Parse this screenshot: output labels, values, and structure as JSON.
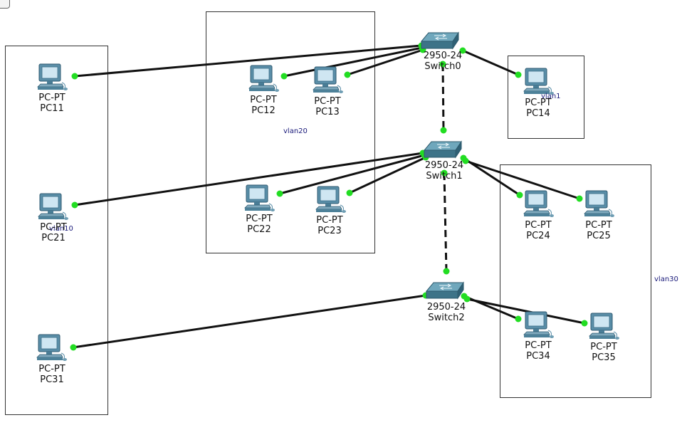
{
  "window": {
    "corner_tab": ""
  },
  "vlans": [
    {
      "id": "vlan10",
      "label": "vlan10"
    },
    {
      "id": "vlan20",
      "label": "vlan20"
    },
    {
      "id": "vlan30",
      "label": "vlan30"
    },
    {
      "id": "vlan-pc14",
      "label": "vlan1"
    }
  ],
  "switches": [
    {
      "id": "sw0",
      "model": "2950-24",
      "name": "Switch0"
    },
    {
      "id": "sw1",
      "model": "2950-24",
      "name": "Switch1"
    },
    {
      "id": "sw2",
      "model": "2950-24",
      "name": "Switch2"
    }
  ],
  "pcs": [
    {
      "id": "pc11",
      "type": "PC-PT",
      "name": "PC11"
    },
    {
      "id": "pc12",
      "type": "PC-PT",
      "name": "PC12"
    },
    {
      "id": "pc13",
      "type": "PC-PT",
      "name": "PC13"
    },
    {
      "id": "pc14",
      "type": "PC-PT",
      "name": "PC14"
    },
    {
      "id": "pc21",
      "type": "PC-PT",
      "name": "PC21"
    },
    {
      "id": "pc22",
      "type": "PC-PT",
      "name": "PC22"
    },
    {
      "id": "pc23",
      "type": "PC-PT",
      "name": "PC23"
    },
    {
      "id": "pc24",
      "type": "PC-PT",
      "name": "PC24"
    },
    {
      "id": "pc25",
      "type": "PC-PT",
      "name": "PC25"
    },
    {
      "id": "pc31",
      "type": "PC-PT",
      "name": "PC31"
    },
    {
      "id": "pc34",
      "type": "PC-PT",
      "name": "PC34"
    },
    {
      "id": "pc35",
      "type": "PC-PT",
      "name": "PC35"
    }
  ],
  "links": [
    {
      "from": "pc11",
      "to": "sw0",
      "style": "straight"
    },
    {
      "from": "pc12",
      "to": "sw0",
      "style": "straight"
    },
    {
      "from": "pc13",
      "to": "sw0",
      "style": "straight"
    },
    {
      "from": "pc14",
      "to": "sw0",
      "style": "straight"
    },
    {
      "from": "sw0",
      "to": "sw1",
      "style": "crossover"
    },
    {
      "from": "pc21",
      "to": "sw1",
      "style": "straight"
    },
    {
      "from": "pc22",
      "to": "sw1",
      "style": "straight"
    },
    {
      "from": "pc23",
      "to": "sw1",
      "style": "straight"
    },
    {
      "from": "pc24",
      "to": "sw1",
      "style": "straight"
    },
    {
      "from": "pc25",
      "to": "sw1",
      "style": "straight"
    },
    {
      "from": "sw1",
      "to": "sw2",
      "style": "crossover"
    },
    {
      "from": "pc31",
      "to": "sw2",
      "style": "straight"
    },
    {
      "from": "pc34",
      "to": "sw2",
      "style": "straight"
    },
    {
      "from": "pc35",
      "to": "sw2",
      "style": "straight"
    }
  ],
  "colors": {
    "link": "#111111",
    "link_up": "#22dd22",
    "pc_body": "#5a8ea8",
    "pc_screen": "#cfe6f2",
    "switch_top": "#6fa7bc",
    "switch_side": "#3d7388"
  }
}
